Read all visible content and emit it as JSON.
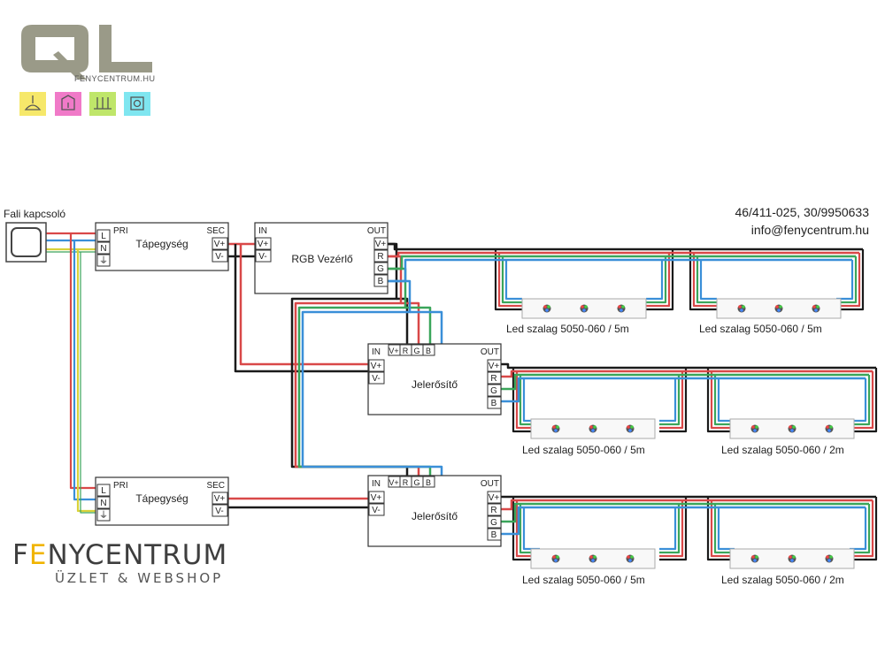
{
  "logo": {
    "letters": "QL",
    "site": "FENYCENTRUM.HU",
    "icon_colors": [
      "#f6e86a",
      "#f07ac8",
      "#bfe66a",
      "#7fe6f0"
    ],
    "icons": [
      "pendant-lamp-icon",
      "wall-lamp-icon",
      "ceiling-lamp-icon",
      "spotlight-icon"
    ]
  },
  "contact": {
    "phone": "46/411-025, 30/9950633",
    "email": "info@fenycentrum.hu"
  },
  "brand": {
    "f": "F",
    "e": "E",
    "rest": "NYCENTRUM",
    "tagline": "ÜZLET & WEBSHOP"
  },
  "switch": {
    "label": "Fali kapcsoló"
  },
  "power_supplies": [
    {
      "title": "Tápegység",
      "pri": "PRI",
      "sec": "SEC",
      "inputs": [
        "L",
        "N",
        "⏚"
      ],
      "outputs": [
        "V+",
        "V-"
      ]
    },
    {
      "title": "Tápegység",
      "pri": "PRI",
      "sec": "SEC",
      "inputs": [
        "L",
        "N",
        "⏚"
      ],
      "outputs": [
        "V+",
        "V-"
      ]
    }
  ],
  "controller": {
    "title": "RGB Vezérlő",
    "in": "IN",
    "out": "OUT",
    "inputs": [
      "V+",
      "V-"
    ],
    "outputs": [
      "V+",
      "R",
      "G",
      "B"
    ]
  },
  "amplifiers": [
    {
      "title": "Jelerősítő",
      "in": "IN",
      "out": "OUT",
      "top": [
        "V+",
        "R",
        "G",
        "B"
      ],
      "inputs": [
        "V+",
        "V-"
      ],
      "outputs": [
        "V+",
        "R",
        "G",
        "B"
      ]
    },
    {
      "title": "Jelerősítő",
      "in": "IN",
      "out": "OUT",
      "top": [
        "V+",
        "R",
        "G",
        "B"
      ],
      "inputs": [
        "V+",
        "V-"
      ],
      "outputs": [
        "V+",
        "R",
        "G",
        "B"
      ]
    }
  ],
  "strips": [
    [
      "Led szalag 5050-060 / 5m",
      "Led szalag 5050-060 / 5m"
    ],
    [
      "Led szalag 5050-060 / 5m",
      "Led szalag 5050-060 / 2m"
    ],
    [
      "Led szalag 5050-060 / 5m",
      "Led szalag 5050-060 / 2m"
    ]
  ],
  "wire_colors": {
    "black": "#1a1a1a",
    "red": "#d94848",
    "green": "#3aa55a",
    "blue": "#3a8fd8",
    "yellow": "#d8d23a"
  }
}
